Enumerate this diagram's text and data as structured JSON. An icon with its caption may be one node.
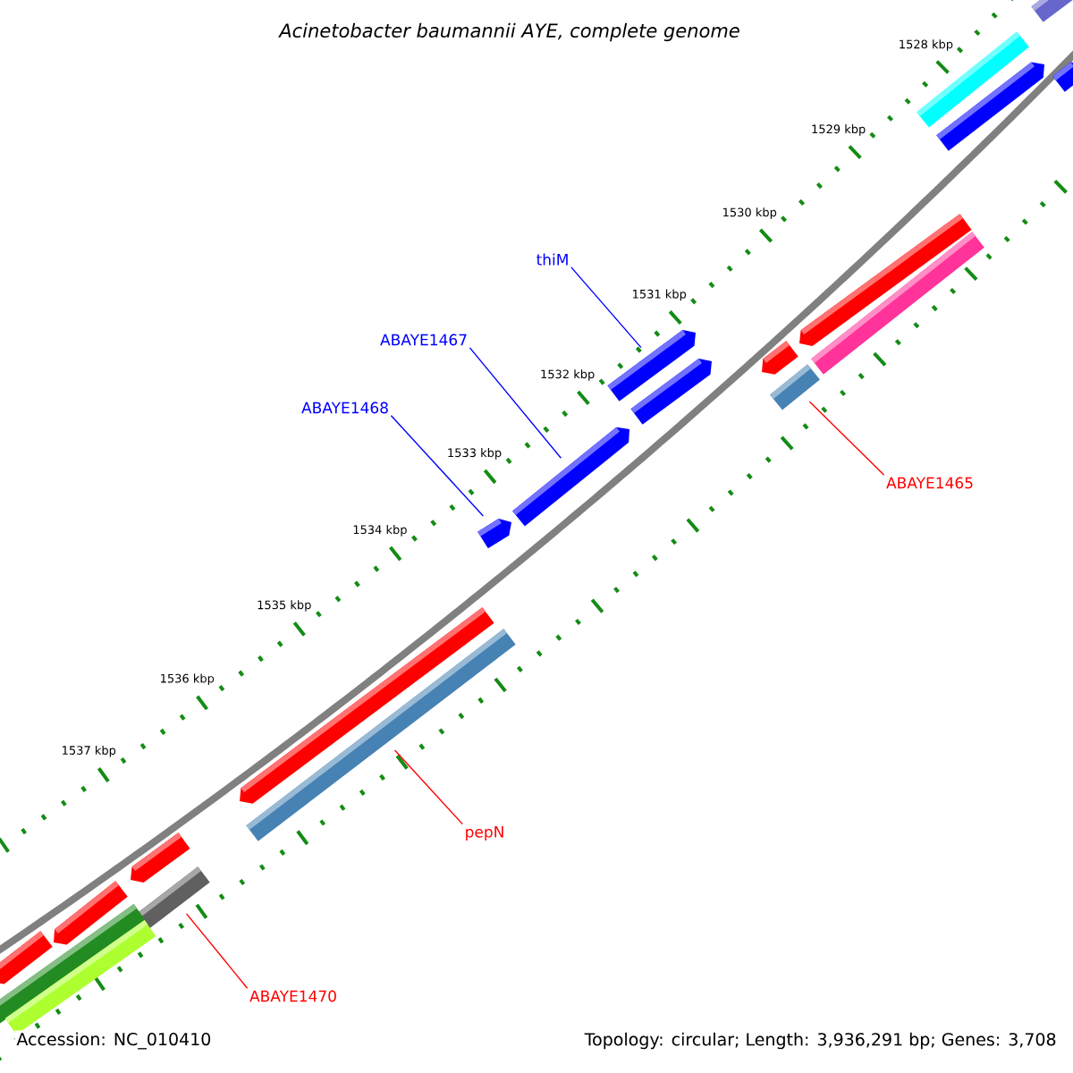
{
  "diagram": {
    "title": "Acinetobacter baumannii AYE, complete genome",
    "nodes": [
      {
        "text": [
          "thiM"
        ]
      },
      {
        "text": [],
        "shape": "bar"
      },
      {
        "text": [
          "ABAYE1467"
        ]
      },
      {
        "text": [],
        "shape": "bar"
      },
      {
        "text": [
          "ABAYE1468"
        ]
      },
      {
        "text": [],
        "shape": "bar"
      },
      {
        "text": [
          "ABAYE1465"
        ]
      },
      {
        "text": [],
        "shape": "bar"
      },
      {
        "text": [
          "pepN"
        ]
      },
      {
        "text": [],
        "shape": "bar"
      },
      {
        "text": [
          "ABAYE1470"
        ]
      },
      {
        "text": [],
        "shape": "bar"
      },
      {
        "text": [],
        "shape": "bar"
      },
      {
        "text": [],
        "shape": "bar"
      },
      {
        "text": [],
        "shape": "bar"
      },
      {
        "text": [],
        "shape": "bar"
      },
      {
        "text": [],
        "shape": "bar"
      },
      {
        "text": [],
        "shape": "bar"
      },
      {
        "text": [],
        "shape": "bar"
      },
      {
        "text": [],
        "shape": "bar"
      },
      {
        "text": [],
        "shape": "bar"
      },
      {
        "text": [],
        "shape": "bar"
      },
      {
        "text": [],
        "shape": "bar"
      },
      {
        "text": [],
        "shape": "bar"
      },
      {
        "text": [],
        "shape": "bar"
      },
      {
        "text": [],
        "shape": "bar"
      }
    ],
    "edges": [
      {
        "from": 0,
        "to": 1,
        "arrow": "none",
        "color": "#0000ff"
      },
      {
        "from": 2,
        "to": 3,
        "arrow": "none",
        "color": "#0000ff"
      },
      {
        "from": 4,
        "to": 5,
        "arrow": "none",
        "color": "#0000ff"
      },
      {
        "from": 6,
        "to": 7,
        "arrow": "none",
        "color": "#ff0000"
      },
      {
        "from": 8,
        "to": 9,
        "arrow": "none",
        "color": "#ff0000"
      },
      {
        "from": 10,
        "to": 11,
        "arrow": "none",
        "color": "#ff0000"
      }
    ],
    "labels": [
      "1528 kbp",
      "1529 kbp",
      "1530 kbp",
      "1531 kbp",
      "1532 kbp",
      "1533 kbp",
      "1534 kbp",
      "1535 kbp",
      "1536 kbp",
      "1537 kbp",
      "Accession: NC_010410",
      "Topology: circular; Length: 3,936,291 bp; Genes: 3,708"
    ]
  }
}
